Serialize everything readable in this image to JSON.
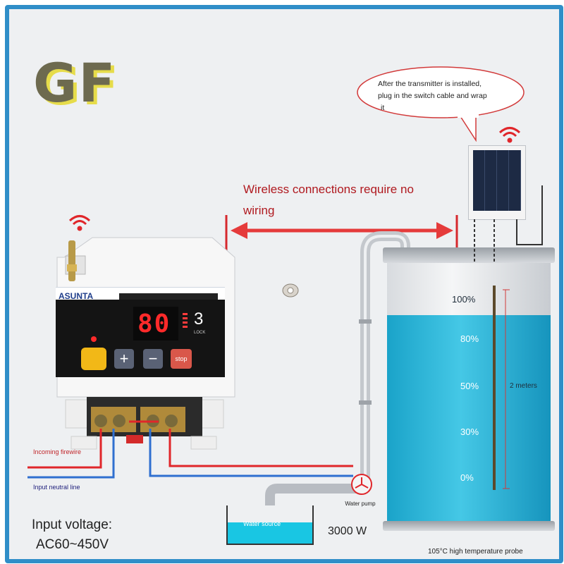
{
  "logo": {
    "text": "GF"
  },
  "bubble": {
    "line1": "After the transmitter is installed,",
    "line2": "plug in the switch cable and wrap",
    "line3": "it"
  },
  "wireless": {
    "line1": "Wireless connections require no",
    "line2": "wiring"
  },
  "controller": {
    "brand": "ASUNTA",
    "display_value": "80",
    "channel": "3",
    "led_labels": [
      "LOCK"
    ],
    "buttons": {
      "plus": "+",
      "minus": "−",
      "stop": "stop"
    }
  },
  "tank": {
    "levels": [
      "100%",
      "80%",
      "50%",
      "30%",
      "0%"
    ],
    "probe_length": "2 meters",
    "probe_label": "105°C high temperature probe",
    "water_fraction": 0.8
  },
  "wiring": {
    "fire_label": "Incoming firewire",
    "neutral_label": "Input neutral line",
    "pump_label": "Water pump",
    "source_label": "Water source",
    "power": "3000 W"
  },
  "input": {
    "line1": "Input voltage:",
    "line2": "AC60~450V"
  },
  "colors": {
    "frame": "#2f8ec8",
    "live_wire": "#e0262a",
    "neutral_wire": "#2f6fd0",
    "water": "#2ab4d6",
    "arrow": "#e53b3b",
    "display": "#ff2a2a"
  }
}
